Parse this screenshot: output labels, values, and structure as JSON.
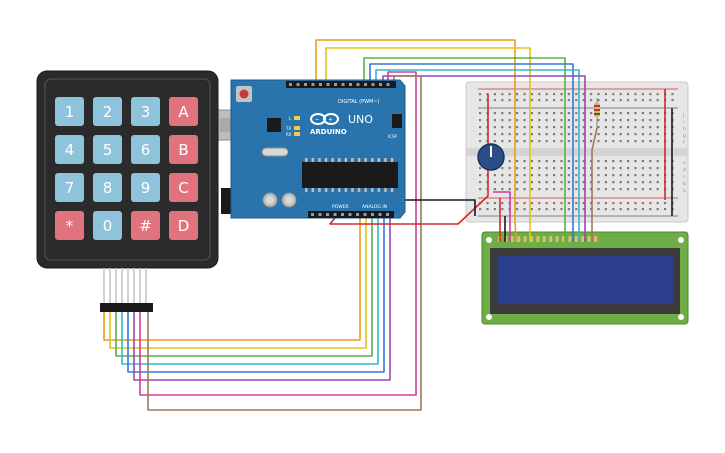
{
  "keypad": {
    "keys": [
      {
        "label": "1",
        "kind": "digit"
      },
      {
        "label": "2",
        "kind": "digit"
      },
      {
        "label": "3",
        "kind": "digit"
      },
      {
        "label": "A",
        "kind": "letter"
      },
      {
        "label": "4",
        "kind": "digit"
      },
      {
        "label": "5",
        "kind": "digit"
      },
      {
        "label": "6",
        "kind": "digit"
      },
      {
        "label": "B",
        "kind": "letter"
      },
      {
        "label": "7",
        "kind": "digit"
      },
      {
        "label": "8",
        "kind": "digit"
      },
      {
        "label": "9",
        "kind": "digit"
      },
      {
        "label": "C",
        "kind": "letter"
      },
      {
        "label": "*",
        "kind": "letter"
      },
      {
        "label": "0",
        "kind": "digit"
      },
      {
        "label": "#",
        "kind": "letter"
      },
      {
        "label": "D",
        "kind": "letter"
      }
    ]
  },
  "arduino": {
    "brand": "ARDUINO",
    "model": "UNO",
    "digital_label": "DIGITAL (PWM~)",
    "power_label": "POWER",
    "analog_label": "ANALOG IN",
    "led_labels": [
      "L",
      "TX",
      "RX"
    ],
    "icsp_label": "ICSP"
  },
  "breadboard": {
    "row_letters_top": [
      "j",
      "i",
      "h",
      "g",
      "f"
    ],
    "row_letters_bottom": [
      "e",
      "d",
      "c",
      "b",
      "a"
    ]
  },
  "colors": {
    "keypad_body": "#2b2b2b",
    "digit_key": "#8ec3dc",
    "letter_key": "#e0737d",
    "arduino_board": "#2a74ad",
    "lcd_pcb": "#6fae47",
    "lcd_screen": "#2b3f8c",
    "wire_orange": "#f09a1a",
    "wire_yellow": "#e6c21a",
    "wire_green": "#56b34a",
    "wire_blue": "#3a77d6",
    "wire_cyan": "#35b8c8",
    "wire_purple": "#9747b5",
    "wire_magenta": "#d13c9d",
    "wire_brown": "#9c7a55",
    "wire_red": "#d6282a",
    "wire_black": "#1a1a1a"
  }
}
